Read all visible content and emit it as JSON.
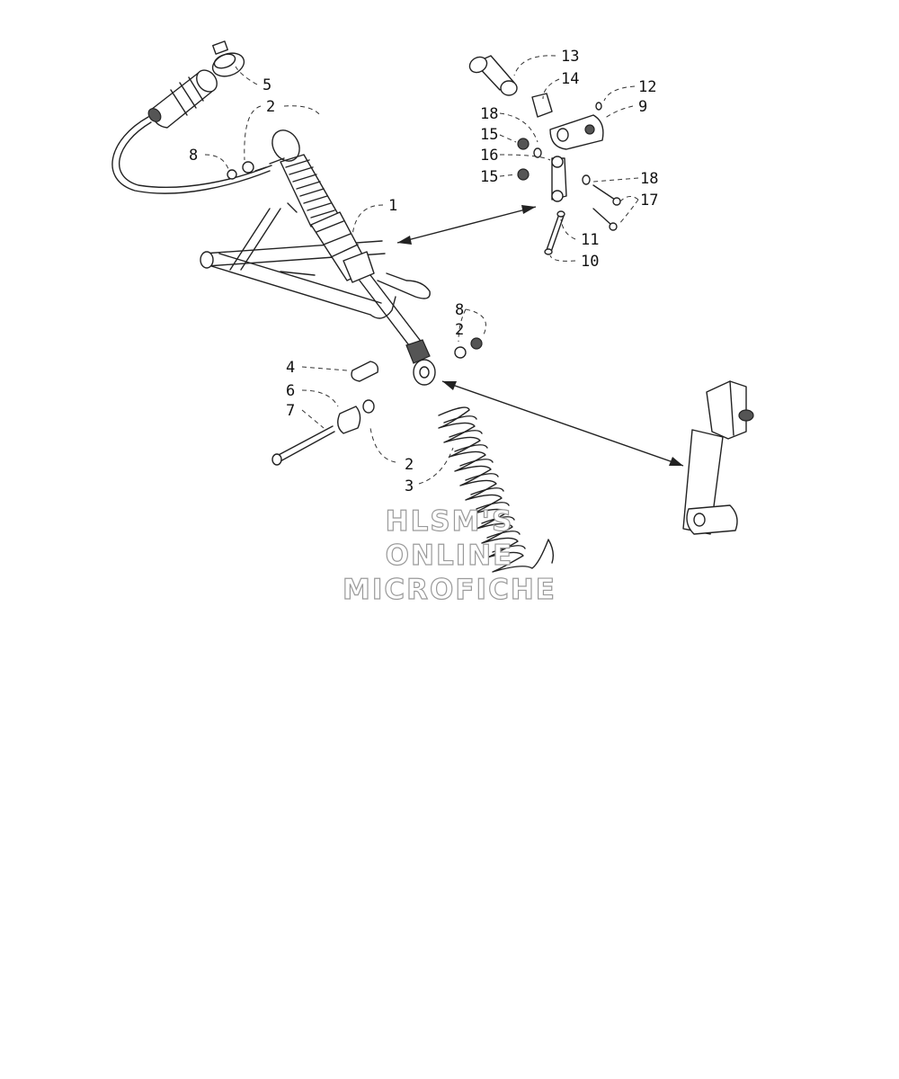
{
  "diagram": {
    "callouts": [
      {
        "id": "c13",
        "text": "13"
      },
      {
        "id": "c14",
        "text": "14"
      },
      {
        "id": "c12",
        "text": "12"
      },
      {
        "id": "c9",
        "text": "9"
      },
      {
        "id": "c18a",
        "text": "18"
      },
      {
        "id": "c15a",
        "text": "15"
      },
      {
        "id": "c16",
        "text": "16"
      },
      {
        "id": "c15b",
        "text": "15"
      },
      {
        "id": "c18b",
        "text": "18"
      },
      {
        "id": "c17",
        "text": "17"
      },
      {
        "id": "c11",
        "text": "11"
      },
      {
        "id": "c10",
        "text": "10"
      },
      {
        "id": "c5",
        "text": "5"
      },
      {
        "id": "c2a",
        "text": "2"
      },
      {
        "id": "c8a",
        "text": "8"
      },
      {
        "id": "c1",
        "text": "1"
      },
      {
        "id": "c8b",
        "text": "8"
      },
      {
        "id": "c2b",
        "text": "2"
      },
      {
        "id": "c4",
        "text": "4"
      },
      {
        "id": "c6",
        "text": "6"
      },
      {
        "id": "c7",
        "text": "7"
      },
      {
        "id": "c2c",
        "text": "2"
      },
      {
        "id": "c3",
        "text": "3"
      }
    ]
  },
  "watermark": {
    "line1": "HLSM'S",
    "line2": "ONLINE",
    "line3": "MICROFICHE"
  }
}
